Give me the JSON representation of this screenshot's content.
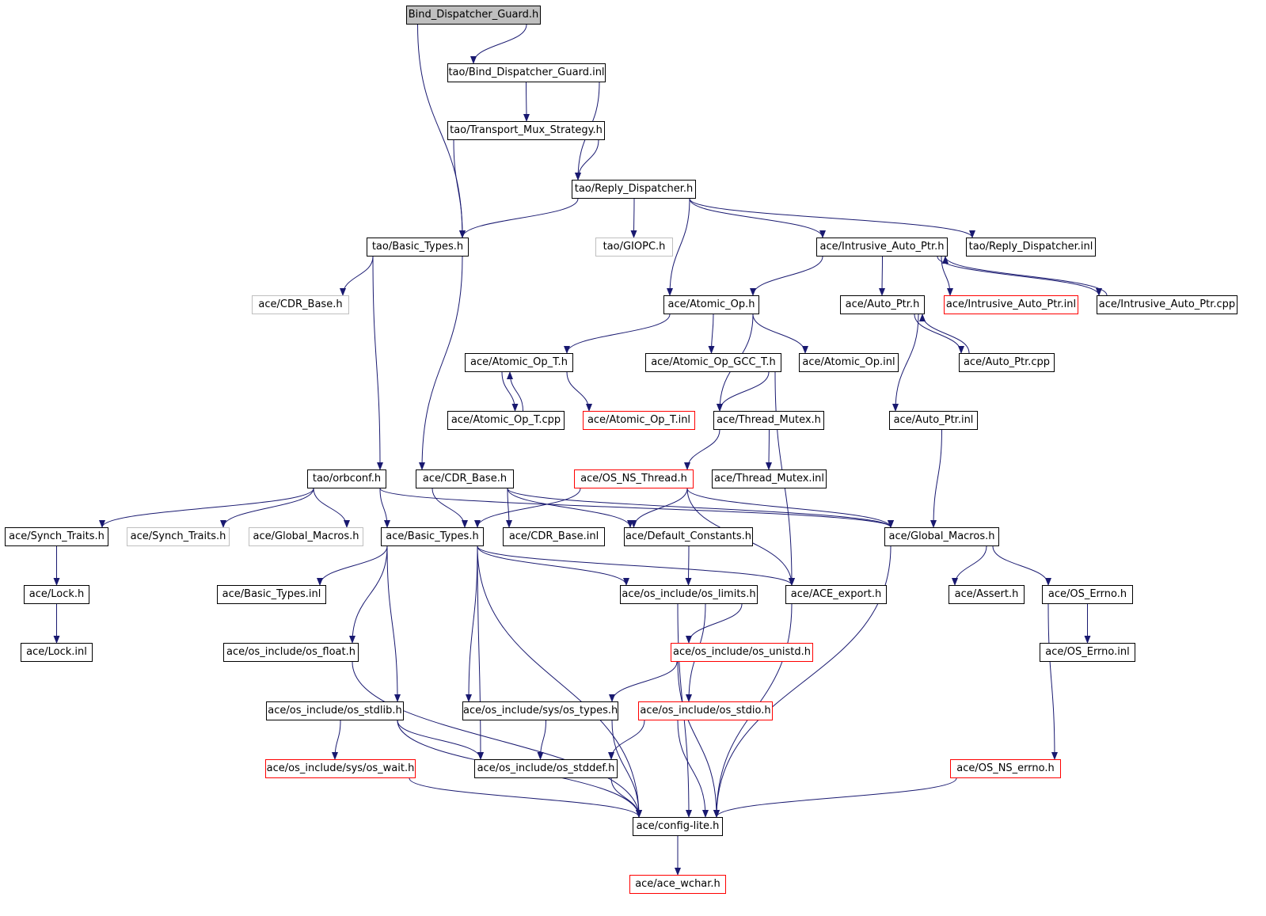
{
  "colors": {
    "edge": "#191970",
    "node_border": "#000000",
    "root_fill": "#bfbfbf",
    "incomplete_border": "#ff0000",
    "external_border": "#bfbfbf"
  },
  "nodes": {
    "bind_dispatcher_guard_h": {
      "label": "Bind_Dispatcher_Guard.h",
      "style": "root"
    },
    "tao_bind_dispatcher_guard_inl": {
      "label": "tao/Bind_Dispatcher_Guard.inl",
      "style": "normal"
    },
    "tao_transport_mux_strategy_h": {
      "label": "tao/Transport_Mux_Strategy.h",
      "style": "normal"
    },
    "tao_reply_dispatcher_h": {
      "label": "tao/Reply_Dispatcher.h",
      "style": "normal"
    },
    "tao_basic_types_h": {
      "label": "tao/Basic_Types.h",
      "style": "normal"
    },
    "tao_giopc_h": {
      "label": "tao/GIOPC.h",
      "style": "grey"
    },
    "ace_intrusive_auto_ptr_h": {
      "label": "ace/Intrusive_Auto_Ptr.h",
      "style": "normal"
    },
    "tao_reply_dispatcher_inl": {
      "label": "tao/Reply_Dispatcher.inl",
      "style": "normal"
    },
    "ace_cdr_base_h_grey": {
      "label": "ace/CDR_Base.h",
      "style": "grey"
    },
    "ace_atomic_op_h": {
      "label": "ace/Atomic_Op.h",
      "style": "normal"
    },
    "ace_auto_ptr_h": {
      "label": "ace/Auto_Ptr.h",
      "style": "normal"
    },
    "ace_intrusive_auto_ptr_inl": {
      "label": "ace/Intrusive_Auto_Ptr.inl",
      "style": "red"
    },
    "ace_intrusive_auto_ptr_cpp": {
      "label": "ace/Intrusive_Auto_Ptr.cpp",
      "style": "normal"
    },
    "ace_atomic_op_t_h": {
      "label": "ace/Atomic_Op_T.h",
      "style": "normal"
    },
    "ace_atomic_op_gcc_t_h": {
      "label": "ace/Atomic_Op_GCC_T.h",
      "style": "normal"
    },
    "ace_atomic_op_inl": {
      "label": "ace/Atomic_Op.inl",
      "style": "normal"
    },
    "ace_auto_ptr_cpp": {
      "label": "ace/Auto_Ptr.cpp",
      "style": "normal"
    },
    "ace_atomic_op_t_cpp": {
      "label": "ace/Atomic_Op_T.cpp",
      "style": "normal"
    },
    "ace_atomic_op_t_inl": {
      "label": "ace/Atomic_Op_T.inl",
      "style": "red"
    },
    "ace_thread_mutex_h": {
      "label": "ace/Thread_Mutex.h",
      "style": "normal"
    },
    "ace_auto_ptr_inl": {
      "label": "ace/Auto_Ptr.inl",
      "style": "normal"
    },
    "tao_orbconf_h": {
      "label": "tao/orbconf.h",
      "style": "normal"
    },
    "ace_cdr_base_h": {
      "label": "ace/CDR_Base.h",
      "style": "normal"
    },
    "ace_os_ns_thread_h": {
      "label": "ace/OS_NS_Thread.h",
      "style": "red"
    },
    "ace_thread_mutex_inl": {
      "label": "ace/Thread_Mutex.inl",
      "style": "normal"
    },
    "ace_synch_traits_h": {
      "label": "ace/Synch_Traits.h",
      "style": "normal"
    },
    "ace_synch_traits_h_grey": {
      "label": "ace/Synch_Traits.h",
      "style": "grey"
    },
    "ace_global_macros_h_grey": {
      "label": "ace/Global_Macros.h",
      "style": "grey"
    },
    "ace_basic_types_h": {
      "label": "ace/Basic_Types.h",
      "style": "normal"
    },
    "ace_cdr_base_inl": {
      "label": "ace/CDR_Base.inl",
      "style": "normal"
    },
    "ace_default_constants_h": {
      "label": "ace/Default_Constants.h",
      "style": "normal"
    },
    "ace_global_macros_h": {
      "label": "ace/Global_Macros.h",
      "style": "normal"
    },
    "ace_lock_h": {
      "label": "ace/Lock.h",
      "style": "normal"
    },
    "ace_basic_types_inl": {
      "label": "ace/Basic_Types.inl",
      "style": "normal"
    },
    "ace_os_include_os_limits_h": {
      "label": "ace/os_include/os_limits.h",
      "style": "normal"
    },
    "ace_ace_export_h": {
      "label": "ace/ACE_export.h",
      "style": "normal"
    },
    "ace_assert_h": {
      "label": "ace/Assert.h",
      "style": "normal"
    },
    "ace_os_errno_h": {
      "label": "ace/OS_Errno.h",
      "style": "normal"
    },
    "ace_lock_inl": {
      "label": "ace/Lock.inl",
      "style": "normal"
    },
    "ace_os_include_os_float_h": {
      "label": "ace/os_include/os_float.h",
      "style": "normal"
    },
    "ace_os_include_os_unistd_h": {
      "label": "ace/os_include/os_unistd.h",
      "style": "red"
    },
    "ace_os_errno_inl": {
      "label": "ace/OS_Errno.inl",
      "style": "normal"
    },
    "ace_os_include_os_stdlib_h": {
      "label": "ace/os_include/os_stdlib.h",
      "style": "normal"
    },
    "ace_os_include_sys_os_types_h": {
      "label": "ace/os_include/sys/os_types.h",
      "style": "normal"
    },
    "ace_os_include_os_stdio_h": {
      "label": "ace/os_include/os_stdio.h",
      "style": "red"
    },
    "ace_os_include_sys_os_wait_h": {
      "label": "ace/os_include/sys/os_wait.h",
      "style": "red"
    },
    "ace_os_include_os_stddef_h": {
      "label": "ace/os_include/os_stddef.h",
      "style": "normal"
    },
    "ace_os_ns_errno_h": {
      "label": "ace/OS_NS_errno.h",
      "style": "red"
    },
    "ace_config_lite_h": {
      "label": "ace/config-lite.h",
      "style": "normal"
    },
    "ace_ace_wchar_h": {
      "label": "ace/ace_wchar.h",
      "style": "red"
    }
  },
  "edges": [
    [
      "bind_dispatcher_guard_h",
      "tao_bind_dispatcher_guard_inl"
    ],
    [
      "bind_dispatcher_guard_h",
      "tao_basic_types_h"
    ],
    [
      "tao_bind_dispatcher_guard_inl",
      "tao_transport_mux_strategy_h"
    ],
    [
      "tao_bind_dispatcher_guard_inl",
      "tao_reply_dispatcher_h"
    ],
    [
      "tao_transport_mux_strategy_h",
      "tao_reply_dispatcher_h"
    ],
    [
      "tao_transport_mux_strategy_h",
      "tao_basic_types_h"
    ],
    [
      "tao_reply_dispatcher_h",
      "tao_basic_types_h"
    ],
    [
      "tao_reply_dispatcher_h",
      "tao_giopc_h"
    ],
    [
      "tao_reply_dispatcher_h",
      "ace_atomic_op_h"
    ],
    [
      "tao_reply_dispatcher_h",
      "ace_intrusive_auto_ptr_h"
    ],
    [
      "tao_reply_dispatcher_h",
      "tao_reply_dispatcher_inl"
    ],
    [
      "tao_basic_types_h",
      "ace_cdr_base_h_grey"
    ],
    [
      "tao_basic_types_h",
      "tao_orbconf_h"
    ],
    [
      "tao_basic_types_h",
      "ace_cdr_base_h"
    ],
    [
      "ace_intrusive_auto_ptr_h",
      "ace_atomic_op_h"
    ],
    [
      "ace_intrusive_auto_ptr_h",
      "ace_auto_ptr_h"
    ],
    [
      "ace_intrusive_auto_ptr_h",
      "ace_intrusive_auto_ptr_inl"
    ],
    [
      "ace_intrusive_auto_ptr_h",
      "ace_intrusive_auto_ptr_cpp"
    ],
    [
      "ace_intrusive_auto_ptr_cpp",
      "ace_intrusive_auto_ptr_h"
    ],
    [
      "ace_auto_ptr_h",
      "ace_auto_ptr_cpp"
    ],
    [
      "ace_auto_ptr_cpp",
      "ace_auto_ptr_h"
    ],
    [
      "ace_auto_ptr_h",
      "ace_auto_ptr_inl"
    ],
    [
      "ace_atomic_op_h",
      "ace_atomic_op_t_h"
    ],
    [
      "ace_atomic_op_h",
      "ace_atomic_op_gcc_t_h"
    ],
    [
      "ace_atomic_op_h",
      "ace_atomic_op_inl"
    ],
    [
      "ace_atomic_op_h",
      "ace_thread_mutex_h"
    ],
    [
      "ace_atomic_op_t_h",
      "ace_atomic_op_t_cpp"
    ],
    [
      "ace_atomic_op_t_cpp",
      "ace_atomic_op_t_h"
    ],
    [
      "ace_atomic_op_t_h",
      "ace_atomic_op_t_inl"
    ],
    [
      "ace_atomic_op_gcc_t_h",
      "ace_thread_mutex_h"
    ],
    [
      "ace_atomic_op_gcc_t_h",
      "ace_ace_export_h"
    ],
    [
      "ace_thread_mutex_h",
      "ace_os_ns_thread_h"
    ],
    [
      "ace_thread_mutex_h",
      "ace_thread_mutex_inl"
    ],
    [
      "ace_auto_ptr_inl",
      "ace_global_macros_h"
    ],
    [
      "tao_orbconf_h",
      "ace_synch_traits_h"
    ],
    [
      "tao_orbconf_h",
      "ace_synch_traits_h_grey"
    ],
    [
      "tao_orbconf_h",
      "ace_global_macros_h_grey"
    ],
    [
      "tao_orbconf_h",
      "ace_basic_types_h"
    ],
    [
      "tao_orbconf_h",
      "ace_global_macros_h"
    ],
    [
      "ace_cdr_base_h",
      "ace_basic_types_h"
    ],
    [
      "ace_cdr_base_h",
      "ace_cdr_base_inl"
    ],
    [
      "ace_cdr_base_h",
      "ace_default_constants_h"
    ],
    [
      "ace_cdr_base_h",
      "ace_global_macros_h"
    ],
    [
      "ace_os_ns_thread_h",
      "ace_basic_types_h"
    ],
    [
      "ace_os_ns_thread_h",
      "ace_default_constants_h"
    ],
    [
      "ace_os_ns_thread_h",
      "ace_global_macros_h"
    ],
    [
      "ace_os_ns_thread_h",
      "ace_ace_export_h"
    ],
    [
      "ace_synch_traits_h",
      "ace_lock_h"
    ],
    [
      "ace_lock_h",
      "ace_lock_inl"
    ],
    [
      "ace_basic_types_h",
      "ace_basic_types_inl"
    ],
    [
      "ace_basic_types_h",
      "ace_os_include_os_limits_h"
    ],
    [
      "ace_basic_types_h",
      "ace_ace_export_h"
    ],
    [
      "ace_basic_types_h",
      "ace_os_include_os_float_h"
    ],
    [
      "ace_basic_types_h",
      "ace_os_include_os_stdlib_h"
    ],
    [
      "ace_basic_types_h",
      "ace_os_include_sys_os_types_h"
    ],
    [
      "ace_basic_types_h",
      "ace_os_include_os_stddef_h"
    ],
    [
      "ace_basic_types_h",
      "ace_config_lite_h"
    ],
    [
      "ace_default_constants_h",
      "ace_os_include_os_limits_h"
    ],
    [
      "ace_global_macros_h",
      "ace_assert_h"
    ],
    [
      "ace_global_macros_h",
      "ace_os_errno_h"
    ],
    [
      "ace_global_macros_h",
      "ace_config_lite_h"
    ],
    [
      "ace_os_include_os_limits_h",
      "ace_os_include_os_unistd_h"
    ],
    [
      "ace_os_include_os_limits_h",
      "ace_os_include_os_stdio_h"
    ],
    [
      "ace_os_include_os_limits_h",
      "ace_config_lite_h"
    ],
    [
      "ace_ace_export_h",
      "ace_config_lite_h"
    ],
    [
      "ace_os_errno_h",
      "ace_os_errno_inl"
    ],
    [
      "ace_os_errno_h",
      "ace_os_ns_errno_h"
    ],
    [
      "ace_os_include_os_float_h",
      "ace_config_lite_h"
    ],
    [
      "ace_os_include_os_unistd_h",
      "ace_os_include_sys_os_types_h"
    ],
    [
      "ace_os_include_os_unistd_h",
      "ace_config_lite_h"
    ],
    [
      "ace_os_include_os_stdlib_h",
      "ace_os_include_sys_os_wait_h"
    ],
    [
      "ace_os_include_os_stdlib_h",
      "ace_os_include_os_stddef_h"
    ],
    [
      "ace_os_include_os_stdlib_h",
      "ace_config_lite_h"
    ],
    [
      "ace_os_include_sys_os_types_h",
      "ace_os_include_os_stddef_h"
    ],
    [
      "ace_os_include_sys_os_types_h",
      "ace_config_lite_h"
    ],
    [
      "ace_os_include_os_stdio_h",
      "ace_os_include_os_stddef_h"
    ],
    [
      "ace_os_include_os_stdio_h",
      "ace_config_lite_h"
    ],
    [
      "ace_os_include_sys_os_wait_h",
      "ace_config_lite_h"
    ],
    [
      "ace_os_include_os_stddef_h",
      "ace_config_lite_h"
    ],
    [
      "ace_os_ns_errno_h",
      "ace_config_lite_h"
    ],
    [
      "ace_config_lite_h",
      "ace_ace_wchar_h"
    ]
  ]
}
